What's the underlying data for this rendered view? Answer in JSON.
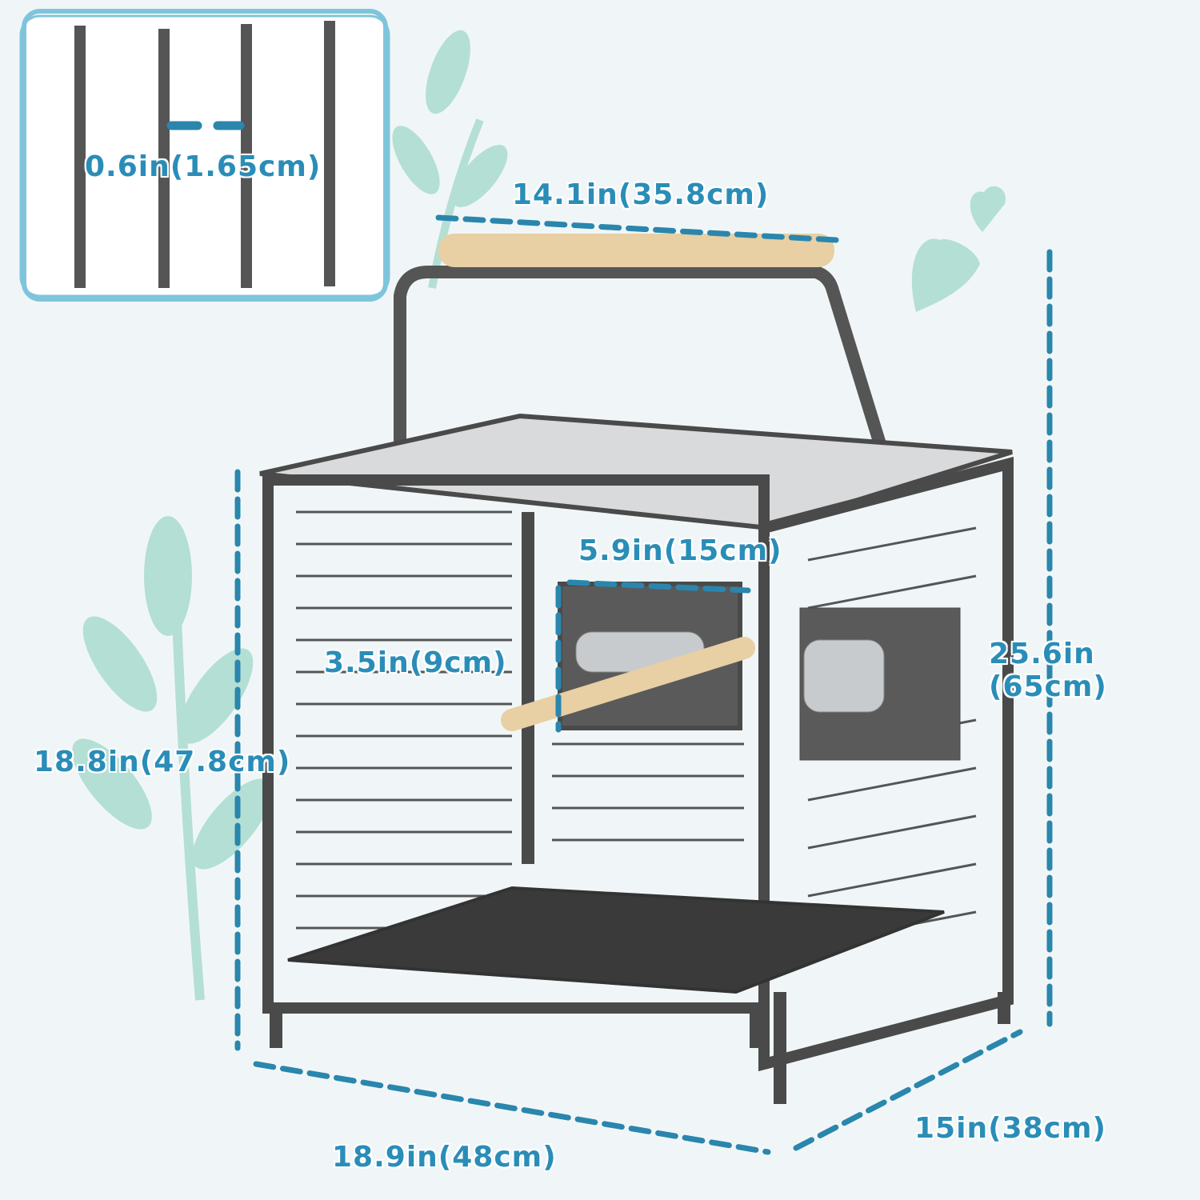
{
  "product": "Bird travel cage with handle",
  "colors": {
    "background": "#f0f6f7",
    "accent_text": "#2a8db8",
    "dashed_line": "#2a86ad",
    "inset_border": "#7ec5dc",
    "decor_leaf": "#b4dfd4",
    "cage_metal": "#4a4a4a",
    "perch_wood": "#e8cfa4"
  },
  "inset": {
    "bar_spacing_label": "0.6in(1.65cm)"
  },
  "dimensions": {
    "handle_width": "14.1in(35.8cm)",
    "total_height_line1": "25.6in",
    "total_height_line2": "(65cm)",
    "body_height": "18.8in(47.8cm)",
    "door_width": "5.9in(15cm)",
    "door_height": "3.5in(9cm)",
    "length": "18.9in(48cm)",
    "depth": "15in(38cm)"
  }
}
